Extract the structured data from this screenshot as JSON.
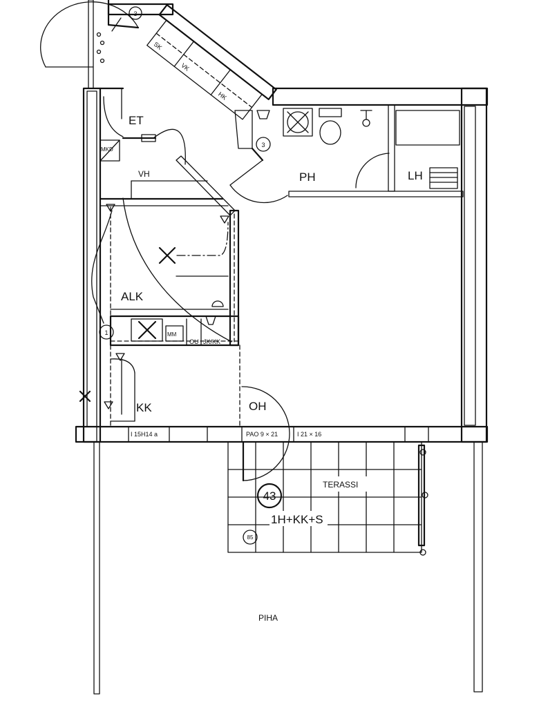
{
  "plan": {
    "markers": {
      "entry": "3",
      "bathroom": "3",
      "kitchen": "1",
      "apartment_number": "43",
      "terrace_small": "85"
    },
    "rooms": {
      "et": "ET",
      "vh": "VH",
      "ph": "PH",
      "lh": "LH",
      "alk": "ALK",
      "kk": "KK",
      "oh": "OH",
      "terassi": "TERASSI",
      "piha": "PIHA"
    },
    "fixtures": {
      "mkd": "MKD",
      "sk": "SK",
      "vk": "VK",
      "hk": "HK",
      "mm": "MM",
      "ou": "OU",
      "jk_kk": "JK/KK"
    },
    "openings": {
      "kk_window": "I 15H14 a",
      "oh_door": "PAO 9 × 21",
      "oh_window": "I 21 × 16"
    },
    "apartment_type": "1H+KK+S"
  }
}
